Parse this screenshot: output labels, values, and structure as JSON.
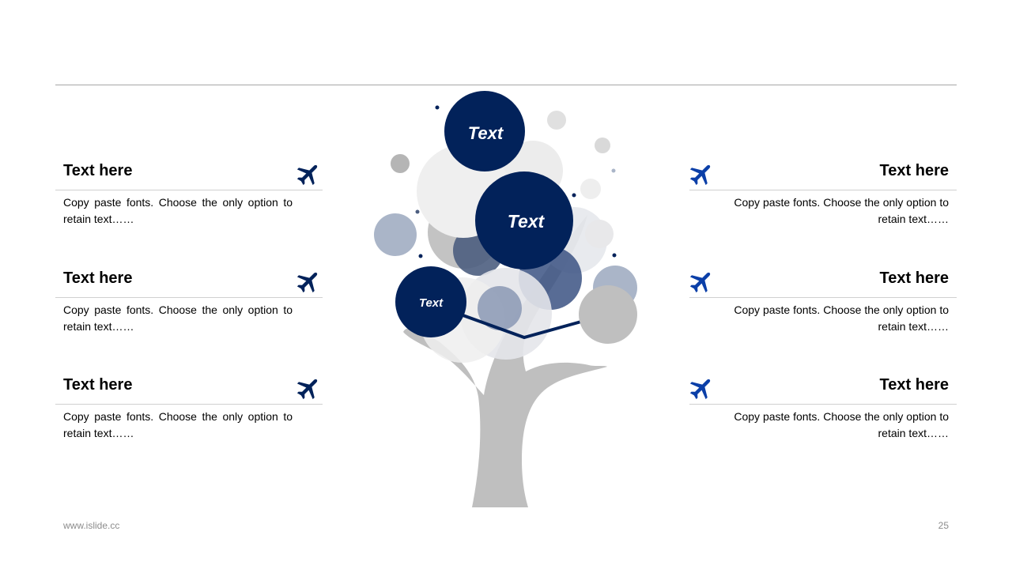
{
  "colors": {
    "navy": "#02225a",
    "blue": "#0b3fa8",
    "grey": "#bfbfbf",
    "light": "#e9e9ea"
  },
  "cards_left": [
    {
      "title": "Text here",
      "body": "Copy paste fonts. Choose the only option to retain text……",
      "icon": "airplane-icon"
    },
    {
      "title": "Text here",
      "body": "Copy paste fonts. Choose the only option to retain text……",
      "icon": "airplane-icon"
    },
    {
      "title": "Text here",
      "body": "Copy paste fonts. Choose the only option to retain text……",
      "icon": "airplane-icon"
    }
  ],
  "cards_right": [
    {
      "title": "Text here",
      "body": "Copy paste fonts. Choose the only option to retain text……",
      "icon": "airplane-icon"
    },
    {
      "title": "Text here",
      "body": "Copy paste fonts. Choose the only option to retain text……",
      "icon": "airplane-icon"
    },
    {
      "title": "Text here",
      "body": "Copy paste fonts. Choose the only option to retain text……",
      "icon": "airplane-icon"
    }
  ],
  "tree": {
    "bubble_top": "Text",
    "bubble_middle": "Text",
    "bubble_left": "Text"
  },
  "footer": {
    "website": "www.islide.cc",
    "page_number": "25"
  }
}
